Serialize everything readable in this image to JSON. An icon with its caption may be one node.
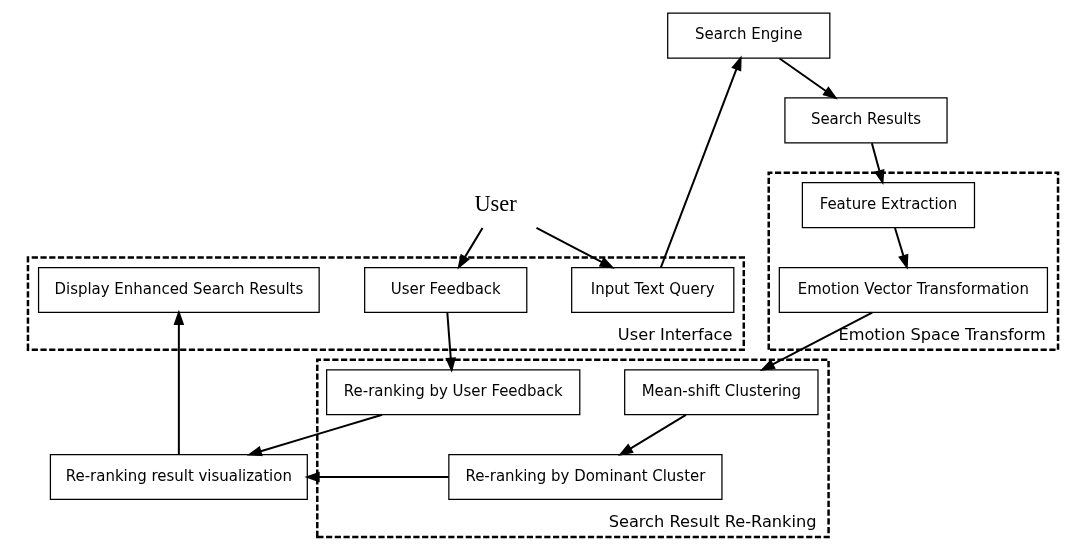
{
  "diagram": {
    "nodes": [
      {
        "text": [
          "User"
        ]
      },
      {
        "text": [
          "User Interface"
        ]
      },
      {
        "text": [
          "Input Text Query"
        ],
        "in": 1
      },
      {
        "text": [
          "User Feedback"
        ],
        "in": 1
      },
      {
        "text": [
          "Display Enhanced Search Results"
        ],
        "in": 1
      },
      {
        "text": [
          "Search Engine"
        ]
      },
      {
        "text": [
          "Search Results"
        ]
      },
      {
        "text": [
          "Emotion Space Transform"
        ]
      },
      {
        "text": [
          "Feature Extraction"
        ],
        "in": 7
      },
      {
        "text": [
          "Emotion Vector Transformation"
        ],
        "in": 7
      },
      {
        "text": [
          "Search Result Re-Ranking"
        ]
      },
      {
        "text": [
          "Re-ranking by User Feedback"
        ],
        "in": 10
      },
      {
        "text": [
          "Re-ranking by Dominant Cluster"
        ],
        "in": 10
      },
      {
        "text": [
          "Mean-shift Clustering"
        ],
        "in": 10
      },
      {
        "text": [
          "Re-ranking result visualization"
        ]
      }
    ],
    "edges": [
      {
        "from": 0,
        "to": 2,
        "arrow": "to"
      },
      {
        "from": 0,
        "to": 3,
        "arrow": "to"
      },
      {
        "from": 2,
        "to": 5,
        "arrow": "to"
      },
      {
        "from": 5,
        "to": 6,
        "arrow": "to"
      },
      {
        "from": 6,
        "to": 8,
        "arrow": "to"
      },
      {
        "from": 8,
        "to": 9,
        "arrow": "to"
      },
      {
        "from": 9,
        "to": 13,
        "arrow": "to"
      },
      {
        "from": 13,
        "to": 12,
        "arrow": "to"
      },
      {
        "from": 12,
        "to": 14,
        "arrow": "to"
      },
      {
        "from": 11,
        "to": 14,
        "arrow": "to"
      },
      {
        "from": 14,
        "to": 4,
        "arrow": "to"
      },
      {
        "from": 3,
        "to": 11,
        "arrow": "to"
      }
    ]
  }
}
